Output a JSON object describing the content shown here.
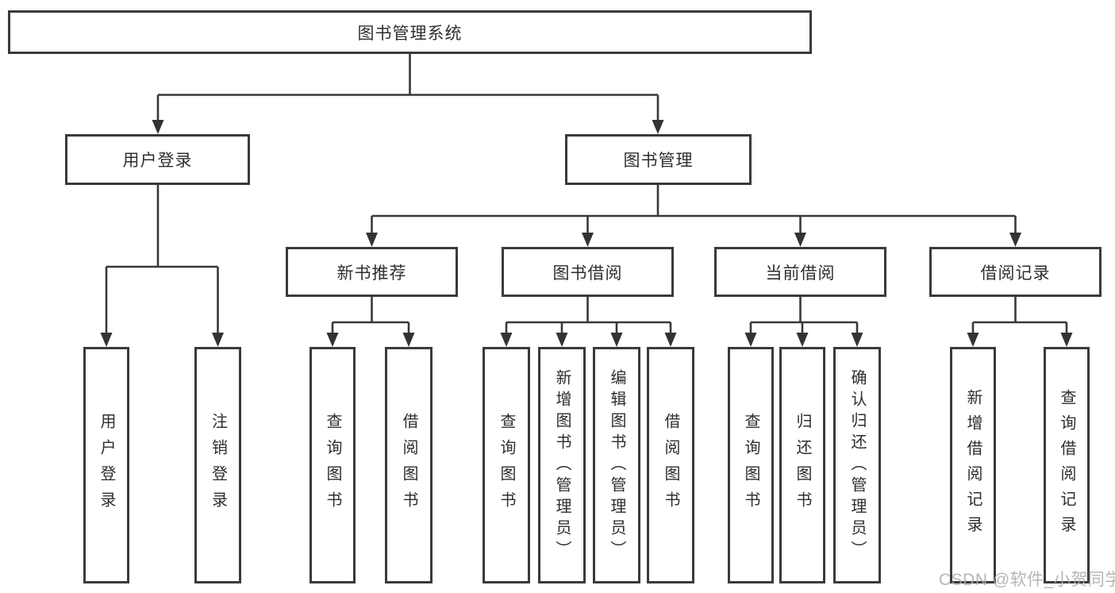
{
  "diagram": {
    "root": "图书管理系统",
    "level2": {
      "user_login": "用户登录",
      "book_mgmt": "图书管理"
    },
    "user_login_children": [
      "用户登录",
      "注销登录"
    ],
    "book_mgmt_modules": [
      {
        "label": "新书推荐",
        "children": [
          "查询图书",
          "借阅图书"
        ]
      },
      {
        "label": "图书借阅",
        "children": [
          "查询图书",
          "新增图书（管理员）",
          "编辑图书（管理员）",
          "借阅图书"
        ]
      },
      {
        "label": "当前借阅",
        "children": [
          "查询图书",
          "归还图书",
          "确认归还（管理员）"
        ]
      },
      {
        "label": "借阅记录",
        "children": [
          "新增借阅记录",
          "查询借阅记录"
        ]
      }
    ]
  },
  "watermark": "CSDN @软件_小贺同学"
}
